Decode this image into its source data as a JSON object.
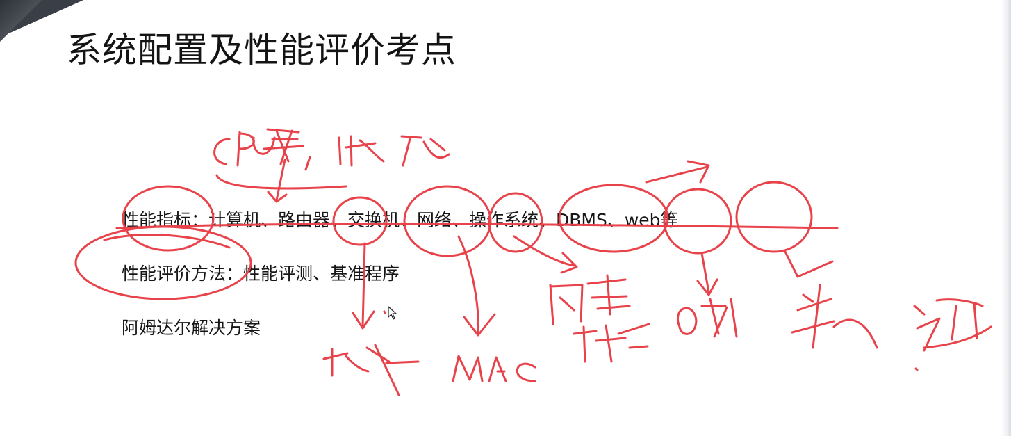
{
  "title": "系统配置及性能评价考点",
  "lines": [
    "性能指标：计算机、路由器、交换机、网络、操作系统、DBMS、web等",
    "性能评价方法：性能评测、基准程序",
    "阿姆达尔解决方案"
  ],
  "annotation_color": "#e8424a",
  "icons": {
    "cursor": "mouse-pointer-icon"
  }
}
